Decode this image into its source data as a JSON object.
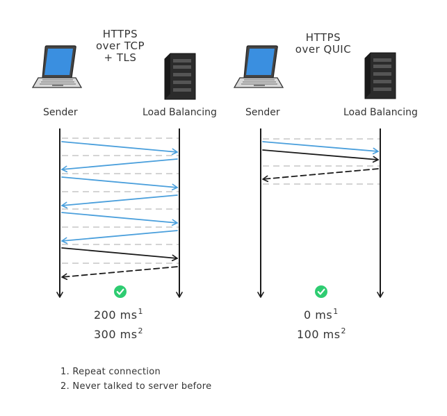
{
  "colors": {
    "request": "#4a9fdc",
    "response_final": "#1a1a1a",
    "guide": "#d4d4d4",
    "check": "#2ecc71",
    "laptop_screen": "#3a8fe0",
    "server": "#2b2b2b"
  },
  "icons": [
    "laptop-icon",
    "server-icon",
    "checkmark-icon"
  ],
  "left": {
    "title_lines": [
      "HTTPS",
      "over TCP",
      "+ TLS"
    ],
    "sender": "Sender",
    "receiver": "Load Balancing",
    "timing": [
      {
        "value": "200 ms",
        "note": "1"
      },
      {
        "value": "300 ms",
        "note": "2"
      }
    ],
    "messages": [
      {
        "dir": "right",
        "style": "request"
      },
      {
        "dir": "left",
        "style": "request"
      },
      {
        "dir": "right",
        "style": "request"
      },
      {
        "dir": "left",
        "style": "request"
      },
      {
        "dir": "right",
        "style": "request"
      },
      {
        "dir": "left",
        "style": "request"
      },
      {
        "dir": "right",
        "style": "solid-dark"
      },
      {
        "dir": "left",
        "style": "dashed-dark"
      }
    ]
  },
  "right": {
    "title_lines": [
      "HTTPS",
      "over QUIC"
    ],
    "sender": "Sender",
    "receiver": "Load Balancing",
    "timing": [
      {
        "value": "0 ms",
        "note": "1"
      },
      {
        "value": "100 ms",
        "note": "2"
      }
    ],
    "messages": [
      {
        "dir": "right",
        "style": "request"
      },
      {
        "dir": "right",
        "style": "solid-dark"
      },
      {
        "dir": "left",
        "style": "dashed-dark"
      }
    ]
  },
  "footnotes": [
    "1. Repeat connection",
    "2. Never talked to server before"
  ]
}
